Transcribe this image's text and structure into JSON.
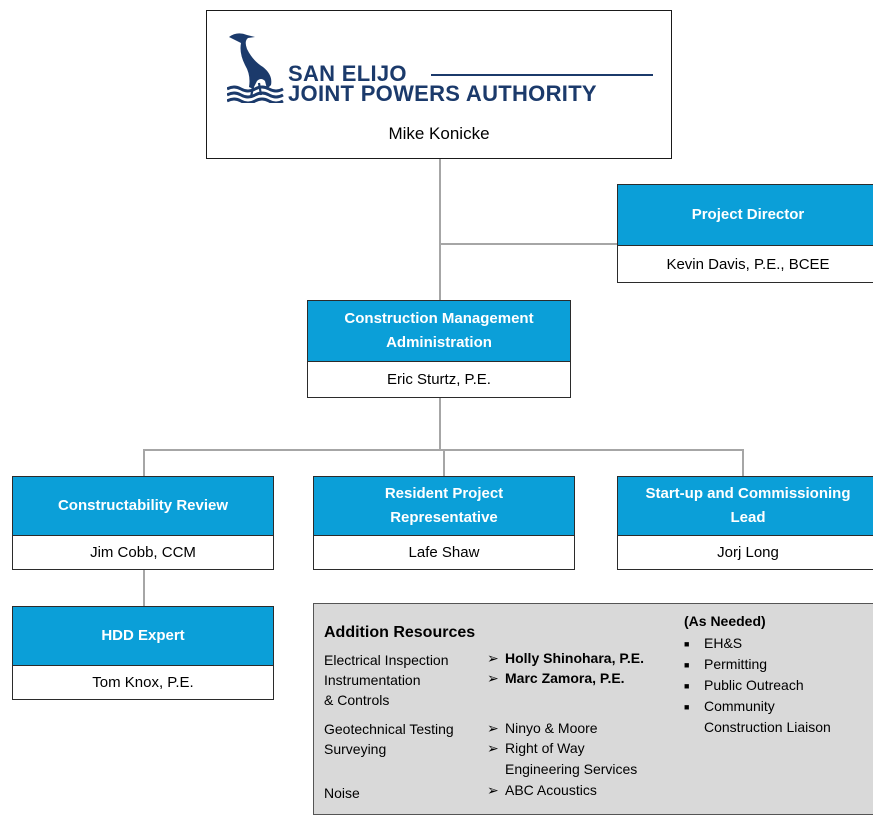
{
  "top": {
    "logo_line1": "SAN ELIJO",
    "logo_line2": "JOINT POWERS AUTHORITY",
    "name": "Mike Konicke"
  },
  "project_director": {
    "title": "Project Director",
    "name": "Kevin Davis, P.E., BCEE"
  },
  "cm_admin": {
    "title_line1": "Construction Management",
    "title_line2": "Administration",
    "name": "Eric Sturtz, P.E."
  },
  "constructability": {
    "title": "Constructability Review",
    "name": "Jim Cobb, CCM"
  },
  "resident": {
    "title_line1": "Resident Project",
    "title_line2": "Representative",
    "name": "Lafe Shaw"
  },
  "startup": {
    "title_line1": "Start-up and Commissioning",
    "title_line2": "Lead",
    "name": "Jorj Long"
  },
  "hdd": {
    "title": "HDD Expert",
    "name": "Tom Knox, P.E."
  },
  "resources": {
    "title": "Addition Resources",
    "labels": [
      "Electrical Inspection",
      "Instrumentation",
      "& Controls",
      "Geotechnical Testing",
      "Surveying",
      "Noise"
    ],
    "values": [
      "Holly Shinohara,  P.E.",
      "Marc Zamora, P.E.",
      "Ninyo & Moore",
      "Right of Way",
      "Engineering Services",
      "ABC Acoustics"
    ],
    "arrow": "➢",
    "as_needed_title": "(As Needed)",
    "as_needed": [
      "EH&S",
      "Permitting",
      "Public Outreach",
      "Community",
      "Construction Liaison"
    ],
    "bullet": "■"
  },
  "colors": {
    "header_blue": "#0b9fd8",
    "logo_navy": "#1b3a6b",
    "connector_gray": "#a6a6a6",
    "panel_gray": "#d9d9d9"
  }
}
